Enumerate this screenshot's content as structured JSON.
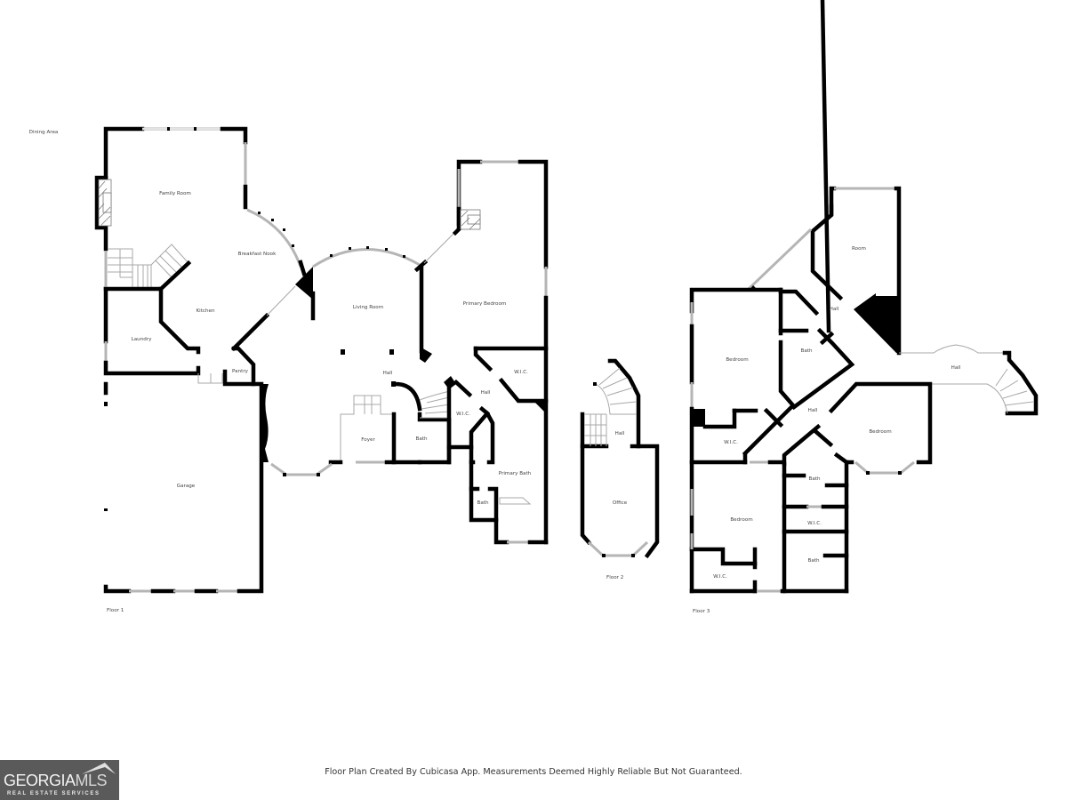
{
  "floors": [
    {
      "name": "Floor 1",
      "rooms": [
        "Dining Area",
        "Family Room",
        "Breakfast Nook",
        "Kitchen",
        "Laundry",
        "Pantry",
        "Living Room",
        "Hall",
        "Foyer",
        "Bath",
        "Primary Bedroom",
        "W.I.C.",
        "Hall",
        "W.I.C.",
        "Primary Bath",
        "Bath",
        "Garage"
      ]
    },
    {
      "name": "Floor 2",
      "rooms": [
        "Hall",
        "Office"
      ]
    },
    {
      "name": "Floor 3",
      "rooms": [
        "Room",
        "Hall",
        "Bedroom",
        "Bath",
        "Hall",
        "Hall",
        "W.I.C.",
        "Bedroom",
        "Bath",
        "W.I.C.",
        "Bedroom",
        "W.I.C.",
        "Bath"
      ]
    }
  ],
  "footer": {
    "disclaimer": "Floor Plan Created By Cubicasa App. Measurements Deemed Highly Reliable But Not Guaranteed."
  },
  "logo": {
    "brand_main": "GEORGIA",
    "brand_accent": "MLS",
    "tagline": "REAL ESTATE SERVICES"
  },
  "colors": {
    "wall": "#000000",
    "window": "#b5b5b5",
    "logo_bg": "#5a5a5a"
  }
}
